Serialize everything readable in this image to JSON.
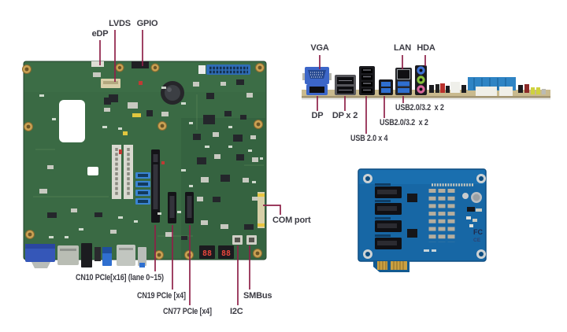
{
  "figure_type": "motherboard connector callout diagram",
  "labels": {
    "motherboard": {
      "edp": "eDP",
      "lvds": "LVDS",
      "gpio": "GPIO",
      "com_port": "COM port",
      "cn10_pcie_x16": "CN10 PCIe[x16] (lane 0~15)",
      "cn19_pcie_x4": "CN19 PCIe [x4]",
      "cn77_pcie_x4": "CN77 PCIe [x4]",
      "i2c": "I2C",
      "smbus": "SMBus"
    },
    "rear_io": {
      "vga": "VGA",
      "lan": "LAN",
      "hda": "HDA",
      "dp": "DP",
      "dp_x2": "DP x 2",
      "usb20_32_x2_top": "USB2.0/3.2  x 2",
      "usb20_32_x2_bottom": "USB2.0/3.2  x 2",
      "usb20_x4": "USB 2.0 x 4"
    },
    "expansion_card": {
      "fcc_mark": "FC",
      "ce_mark": "CE"
    },
    "seven_segment_left": "88",
    "seven_segment_right": "88"
  },
  "colors": {
    "leader_line": "#8e2048",
    "label_text": "#3b3b43",
    "pcb_green": "#3a6a44",
    "card_blue": "#1767a5",
    "io_strip_tan": "#c9ba8e",
    "sata_blue": "#3a84d2",
    "atx_blue": "#2f6db8",
    "vga_blue": "#3c66c8",
    "audio_jack_blue": "#3f73d6",
    "audio_jack_green": "#86c03c",
    "audio_jack_pink": "#d9679c"
  }
}
